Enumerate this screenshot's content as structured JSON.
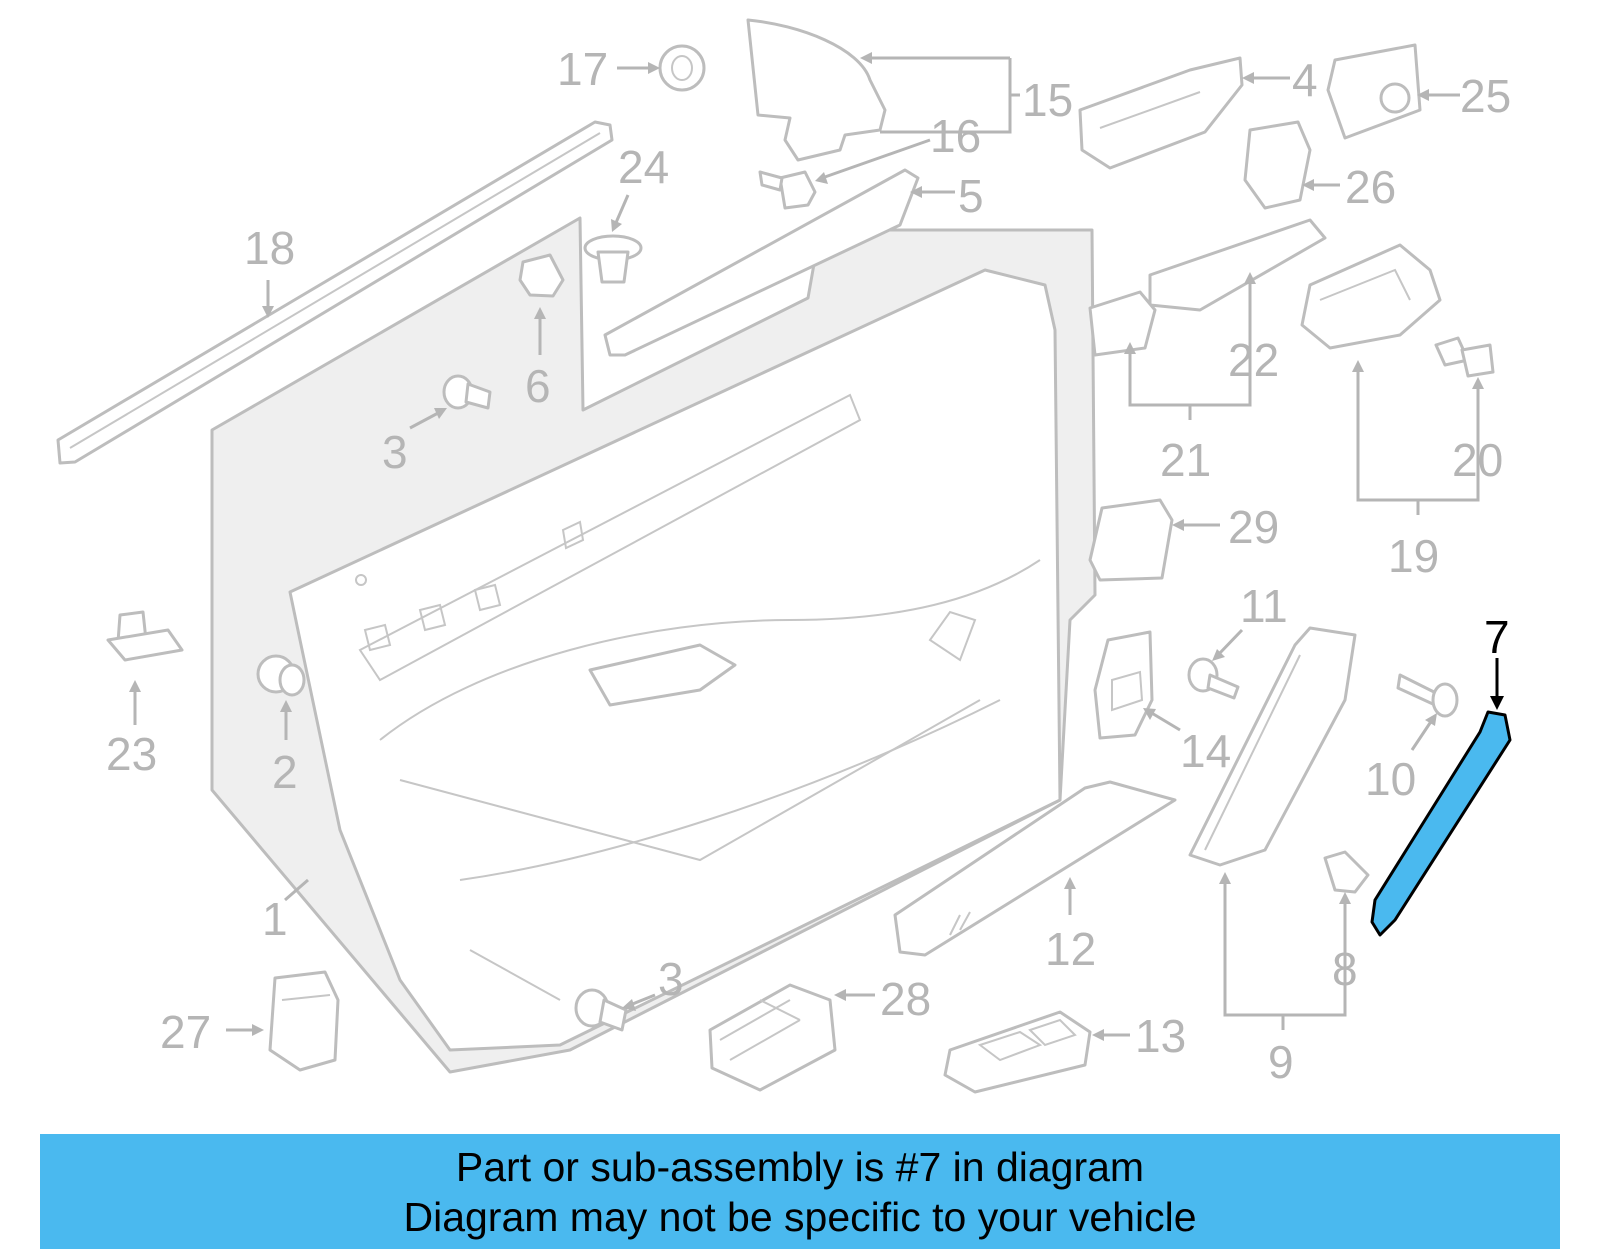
{
  "diagram": {
    "highlight_color": "#4ab9ef",
    "line_color": "#bdbdbd",
    "highlighted_part": "7",
    "callouts": {
      "c1": "1",
      "c2": "2",
      "c3a": "3",
      "c3b": "3",
      "c4": "4",
      "c5": "5",
      "c6": "6",
      "c7": "7",
      "c8": "8",
      "c9": "9",
      "c10": "10",
      "c11": "11",
      "c12": "12",
      "c13": "13",
      "c14": "14",
      "c15": "15",
      "c16": "16",
      "c17": "17",
      "c18": "18",
      "c19": "19",
      "c20": "20",
      "c21": "21",
      "c22": "22",
      "c23": "23",
      "c24": "24",
      "c25": "25",
      "c26": "26",
      "c27": "27",
      "c28": "28",
      "c29": "29"
    }
  },
  "banner": {
    "line1": "Part or sub-assembly is #7 in diagram",
    "line2": "Diagram may not be specific to your vehicle"
  }
}
